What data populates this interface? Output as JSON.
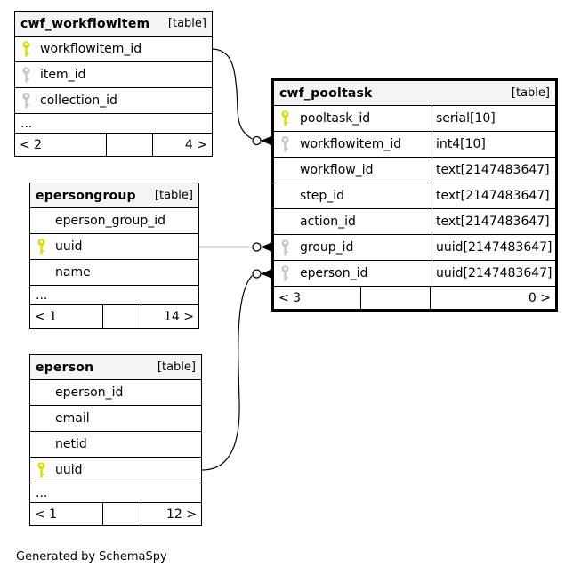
{
  "diagram": {
    "generated_by": "Generated by SchemaSpy",
    "table_tag": "[table]",
    "ellipsis": "..."
  },
  "colors": {
    "primary_key_icon": "#dcdc00",
    "foreign_key_icon": "#c6c6c6",
    "header_bg": "#f4f4f4",
    "border": "#000000"
  },
  "tables": {
    "workflowitem": {
      "title": "cwf_workflowitem",
      "tag": "[table]",
      "columns": [
        {
          "name": "workflowitem_id",
          "key": "primary"
        },
        {
          "name": "item_id",
          "key": "foreign"
        },
        {
          "name": "collection_id",
          "key": "foreign"
        }
      ],
      "ellipsis": "...",
      "footer": {
        "left": "< 2",
        "right": "4 >"
      }
    },
    "pooltask": {
      "title": "cwf_pooltask",
      "tag": "[table]",
      "columns": [
        {
          "name": "pooltask_id",
          "type": "serial[10]",
          "key": "primary"
        },
        {
          "name": "workflowitem_id",
          "type": "int4[10]",
          "key": "foreign"
        },
        {
          "name": "workflow_id",
          "type": "text[2147483647]",
          "key": ""
        },
        {
          "name": "step_id",
          "type": "text[2147483647]",
          "key": ""
        },
        {
          "name": "action_id",
          "type": "text[2147483647]",
          "key": ""
        },
        {
          "name": "group_id",
          "type": "uuid[2147483647]",
          "key": "foreign"
        },
        {
          "name": "eperson_id",
          "type": "uuid[2147483647]",
          "key": "foreign"
        }
      ],
      "footer": {
        "left": "< 3",
        "right": "0 >"
      }
    },
    "epersongroup": {
      "title": "epersongroup",
      "tag": "[table]",
      "columns": [
        {
          "name": "eperson_group_id",
          "key": ""
        },
        {
          "name": "uuid",
          "key": "primary"
        },
        {
          "name": "name",
          "key": ""
        }
      ],
      "ellipsis": "...",
      "footer": {
        "left": "< 1",
        "right": "14 >"
      }
    },
    "eperson": {
      "title": "eperson",
      "tag": "[table]",
      "columns": [
        {
          "name": "eperson_id",
          "key": ""
        },
        {
          "name": "email",
          "key": ""
        },
        {
          "name": "netid",
          "key": ""
        },
        {
          "name": "uuid",
          "key": "primary"
        }
      ],
      "ellipsis": "...",
      "footer": {
        "left": "< 1",
        "right": "12 >"
      }
    }
  },
  "relationships": [
    {
      "from": "cwf_workflowitem.workflowitem_id",
      "to": "cwf_pooltask.workflowitem_id"
    },
    {
      "from": "epersongroup.uuid",
      "to": "cwf_pooltask.group_id"
    },
    {
      "from": "eperson.uuid",
      "to": "cwf_pooltask.eperson_id"
    }
  ]
}
